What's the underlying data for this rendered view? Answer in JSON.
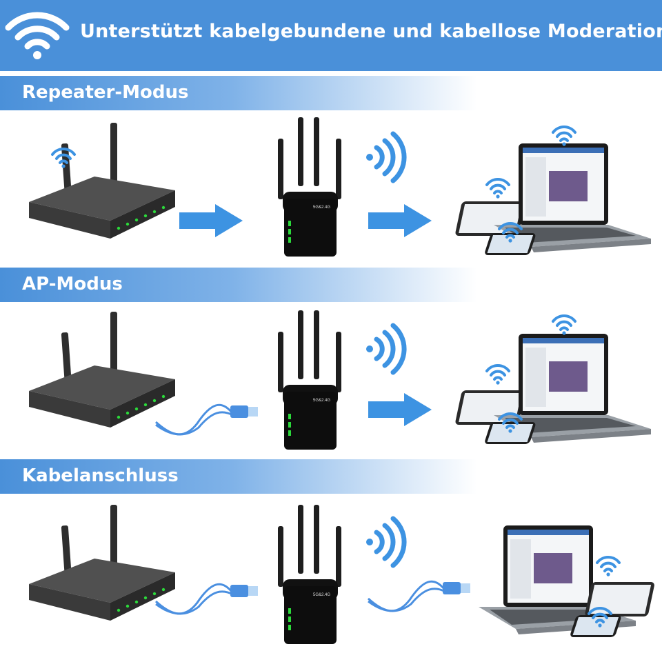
{
  "header": {
    "title": "Unterstützt kabelgebundene und kabellose Moderation",
    "icon": "wifi-icon"
  },
  "sections": [
    {
      "label": "Repeater-Modus"
    },
    {
      "label": "AP-Modus"
    },
    {
      "label": "Kabelanschluss"
    }
  ],
  "colors": {
    "header_blue": "#4a90d9",
    "arrow_blue": "#3d93e2",
    "router_dark": "#3a3a3a",
    "led_green": "#2bd93a"
  },
  "extender_label": "5G&2.4G"
}
